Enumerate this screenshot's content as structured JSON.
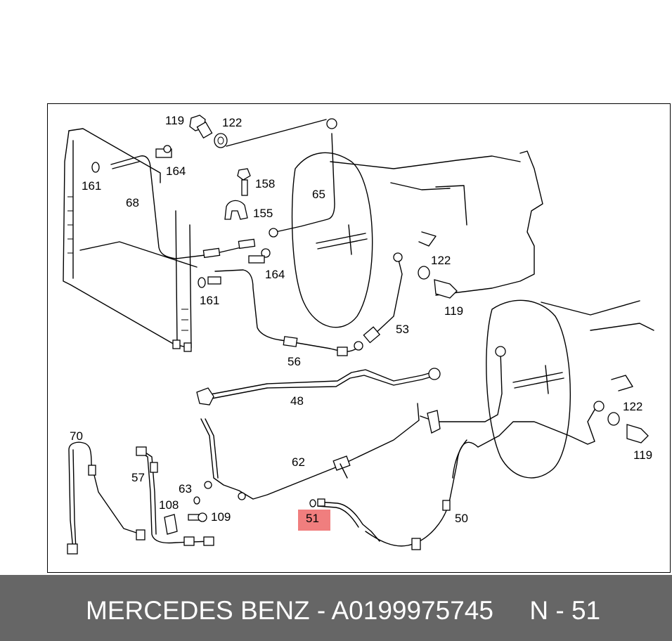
{
  "footer": {
    "brand": "MERCEDES BENZ",
    "part_number": "A0199975745",
    "position": "N - 51",
    "line": "MERCEDES BENZ - A0199975745     N - 51"
  },
  "highlight_color": "#f07e7e",
  "callouts": {
    "c119a": "119",
    "c122a": "122",
    "c164a": "164",
    "c161a": "161",
    "c158": "158",
    "c155": "155",
    "c68": "68",
    "c65": "65",
    "c164b": "164",
    "c161b": "161",
    "c122b": "122",
    "c119b": "119",
    "c53": "53",
    "c56": "56",
    "c48": "48",
    "c122c": "122",
    "c119c": "119",
    "c70": "70",
    "c57": "57",
    "c62": "62",
    "c63": "63",
    "c108": "108",
    "c109": "109",
    "c51": "51",
    "c50": "50"
  }
}
